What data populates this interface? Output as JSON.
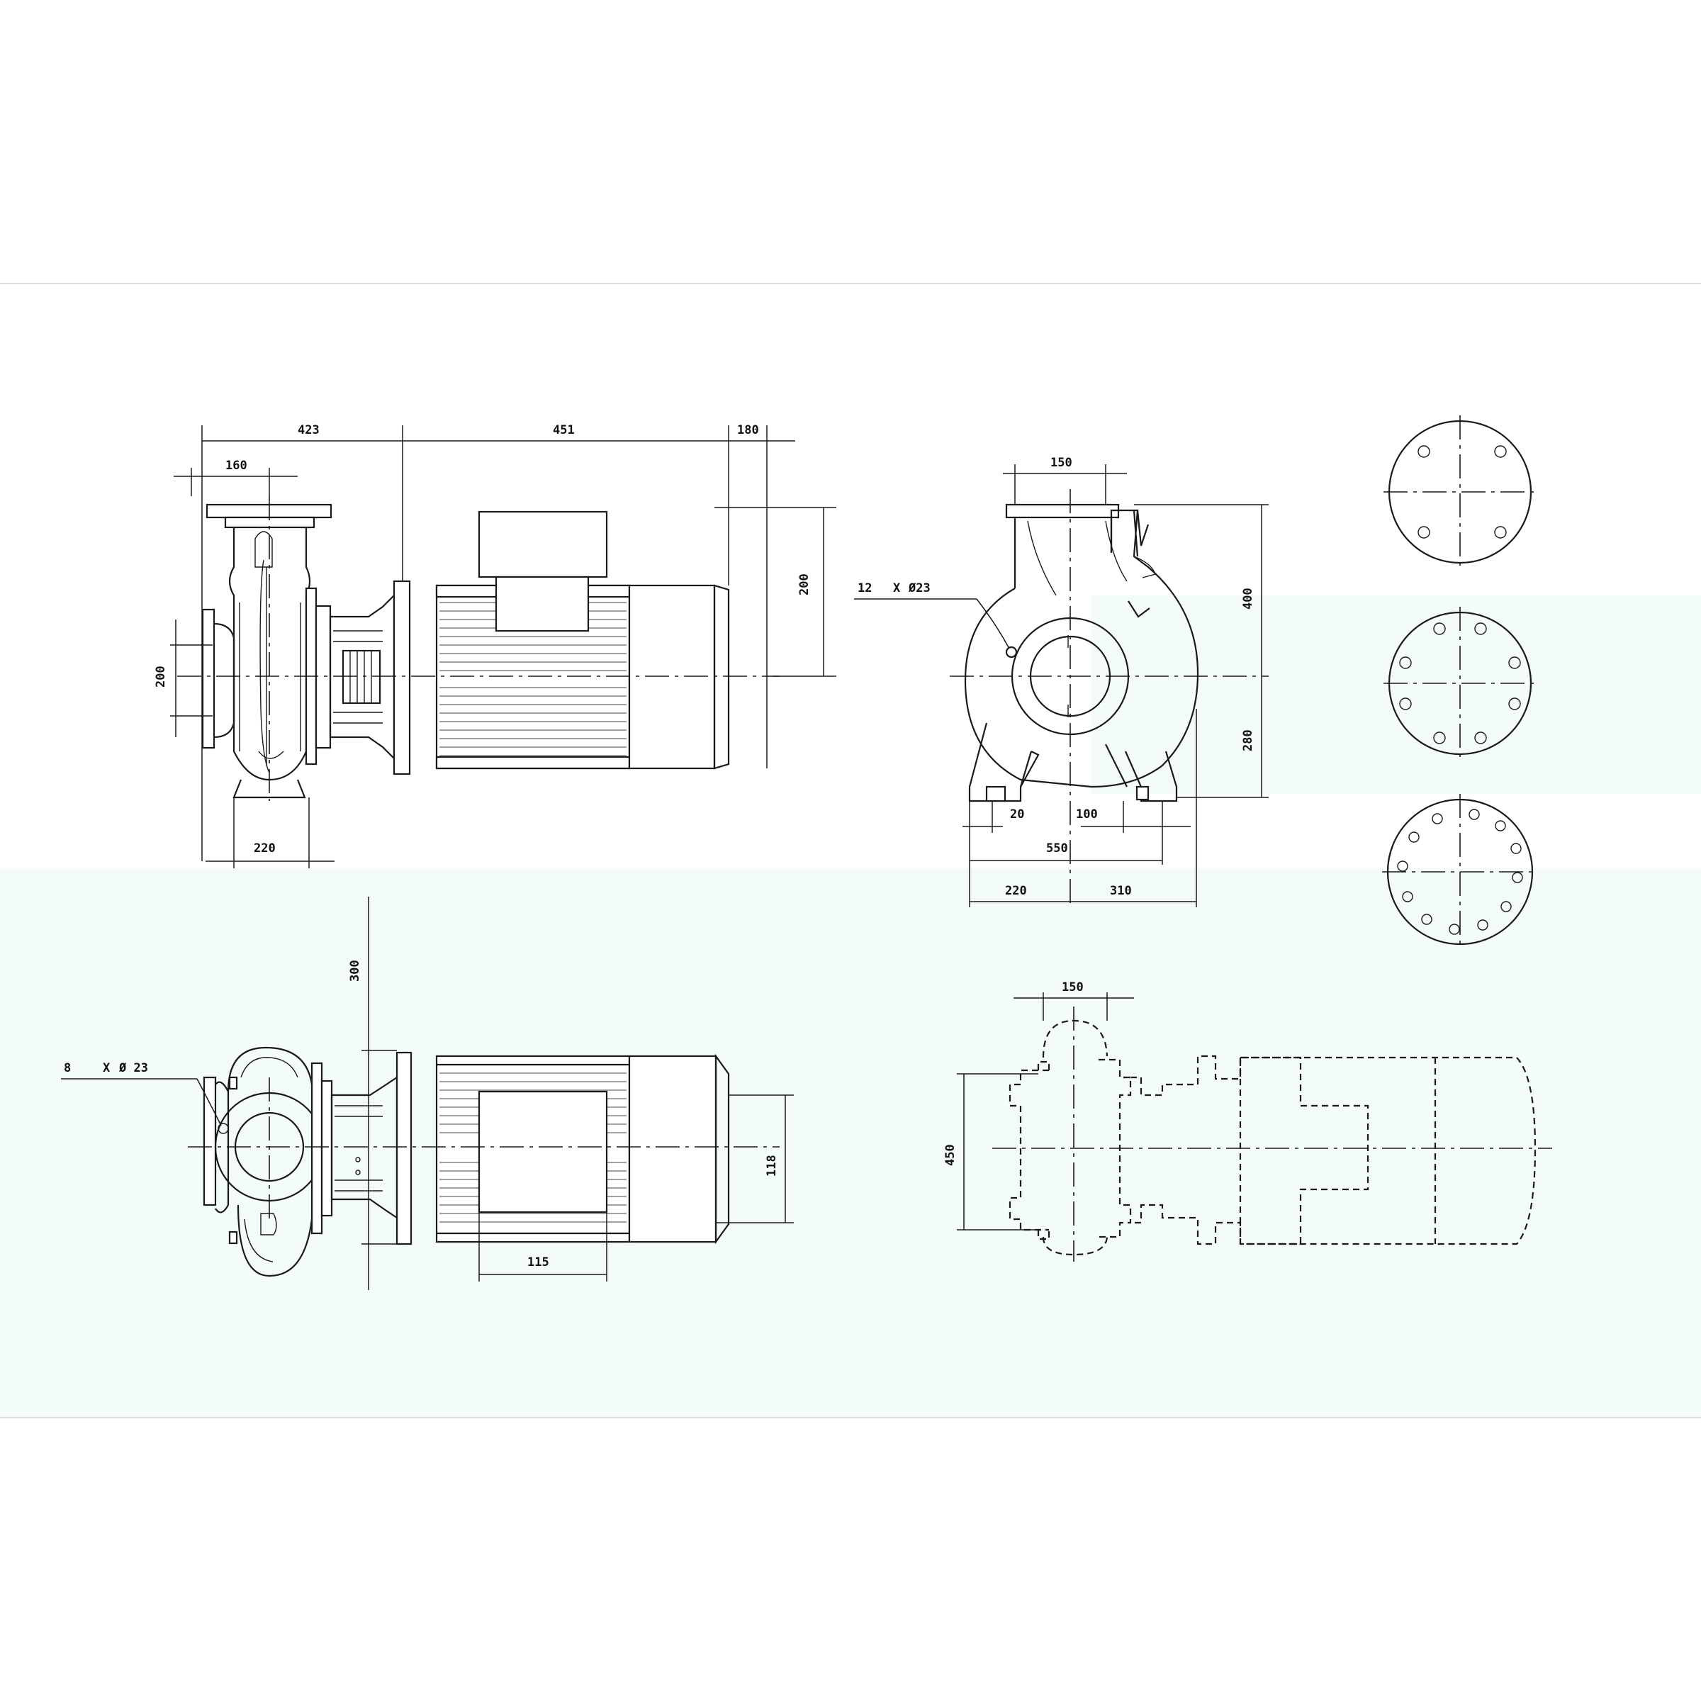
{
  "colors": {
    "background": "#ffffff",
    "tint": "#f3fbfb",
    "line": "#1a1a1a"
  },
  "dimensions": {
    "side_total_pump": "423",
    "side_motor": "451",
    "side_overhang": "180",
    "side_top_flange": "160",
    "side_motor_height": "200",
    "side_inlet": "200",
    "side_foot": "220",
    "front_top_flange": "150",
    "front_height_top": "400",
    "front_height_bottom": "280",
    "front_foot_a": "20",
    "front_foot_b": "100",
    "front_base": "550",
    "front_left": "220",
    "front_right": "310",
    "plan_clearance": "300",
    "plan_motor_width": "118",
    "plan_box": "115",
    "dashed_top_flange": "150",
    "dashed_height": "450"
  },
  "holes": {
    "front_count": "12",
    "front_x": "X",
    "front_dia": "Ø23",
    "plan_count": "8",
    "plan_x": "X",
    "plan_dia": "Ø 23"
  }
}
